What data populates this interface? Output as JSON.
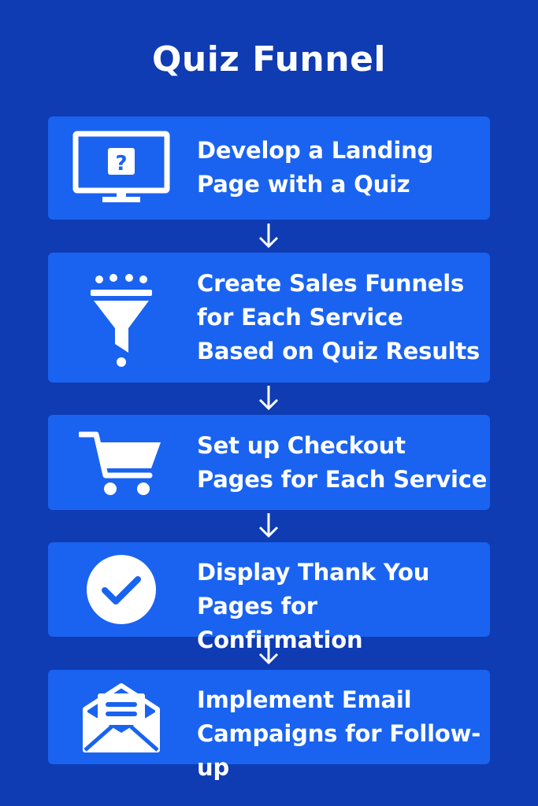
{
  "title": "Quiz Funnel",
  "steps": [
    {
      "label": "Develop a Landing\nPage with a Quiz",
      "icon": "monitor-question-icon"
    },
    {
      "label": "Create Sales Funnels\nfor Each Service\nBased on Quiz Results",
      "icon": "funnel-icon"
    },
    {
      "label": "Set up Checkout\nPages for Each Service",
      "icon": "shopping-cart-icon"
    },
    {
      "label": "Display Thank You\nPages for Confirmation",
      "icon": "checkmark-circle-icon"
    },
    {
      "label": "Implement Email\nCampaigns for Follow-up",
      "icon": "email-envelope-icon"
    }
  ],
  "monitor_symbol": "?",
  "colors": {
    "background": "#0f3bb3",
    "box": "#1a63f0",
    "text": "#ffffff"
  }
}
